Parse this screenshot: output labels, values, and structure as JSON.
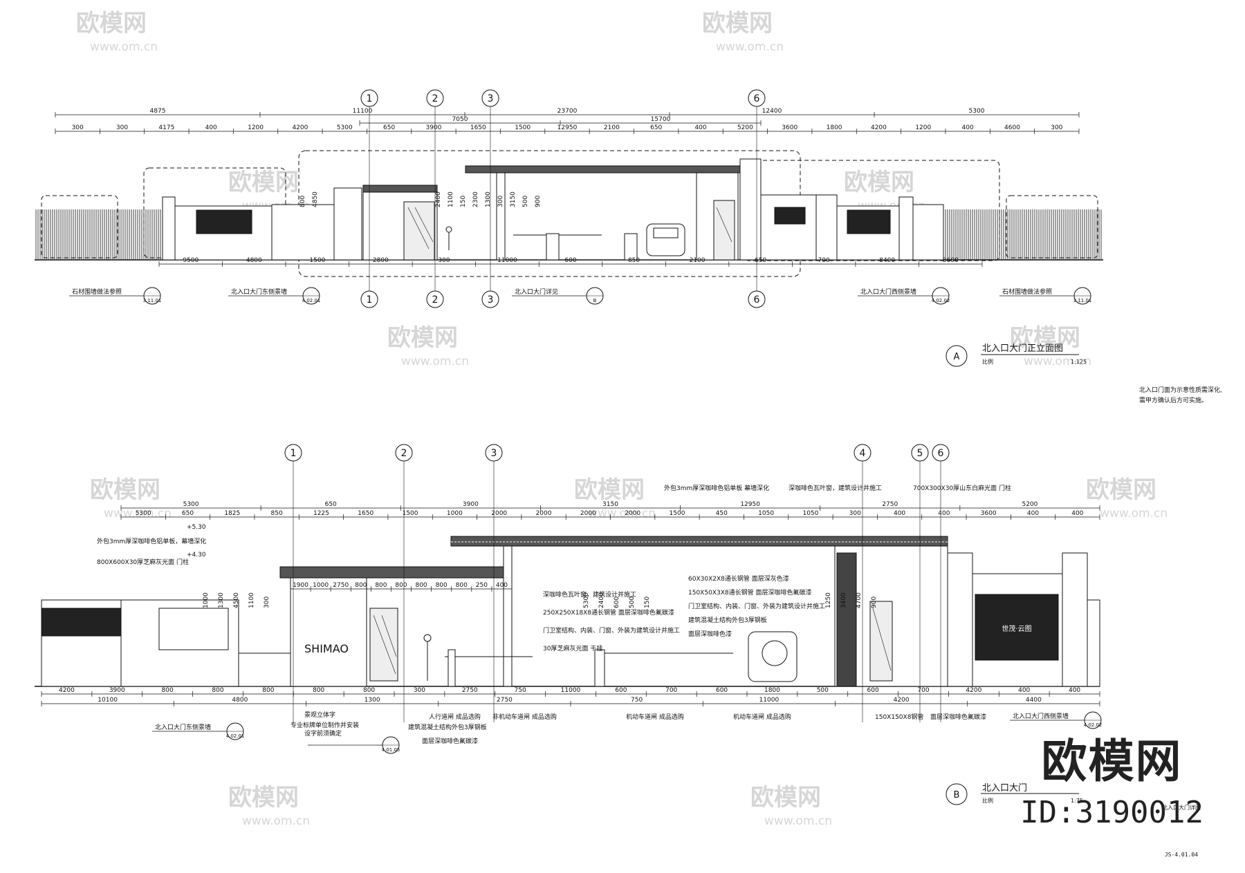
{
  "watermark": {
    "brand": "欧模网",
    "url": "www.om.cn"
  },
  "drawing_a": {
    "title": "北入口大门正立面图",
    "label": "A",
    "scale_label": "比例",
    "scale": "1:125",
    "grid_axes": [
      "1",
      "2",
      "3",
      "6"
    ],
    "dims_top_row1": [
      "4875",
      "11100",
      "23700",
      "12400",
      "5300"
    ],
    "dims_top_row2": [
      "7050",
      "15700"
    ],
    "dims_top_row3": [
      "300",
      "300",
      "4175",
      "400",
      "1200",
      "4200",
      "5300",
      "650",
      "3900",
      "1650",
      "1500",
      "12950",
      "2100",
      "650",
      "400",
      "5200",
      "3600",
      "1800",
      "4200",
      "1200",
      "400",
      "4600",
      "300"
    ],
    "dims_bottom": [
      "9500",
      "4800",
      "1500",
      "2800",
      "300",
      "11000",
      "600",
      "850",
      "2100",
      "650",
      "700",
      "8400",
      "8600"
    ],
    "vertical_dims": [
      "800",
      "4850",
      "2400",
      "1100",
      "150",
      "2300",
      "1300",
      "300",
      "3150",
      "500",
      "900"
    ],
    "callouts": [
      {
        "text": "石材围墙做法参照",
        "ref": "3.11.01"
      },
      {
        "text": "北入口大门东侧景墙",
        "ref": "4.02.01"
      },
      {
        "text": "北入口大门详见",
        "ref": "B"
      },
      {
        "text": "北入口大门西侧景墙",
        "ref": "4.02.02"
      },
      {
        "text": "石材围墙做法参照",
        "ref": "3.11.01"
      }
    ],
    "side_note_lines": [
      "北入口门面为示意性质需深化,",
      "需甲方确认后方可实施。"
    ]
  },
  "drawing_b": {
    "title": "北入口大门",
    "label": "B",
    "scale_label": "比例",
    "scale": "1:75",
    "title_suffix": "北入口大门详图",
    "grid_axes": [
      "1",
      "2",
      "3",
      "4",
      "5",
      "6"
    ],
    "dims_top_row1": [
      "5300",
      "650",
      "3900",
      "3150",
      "12950",
      "2750",
      "5200"
    ],
    "dims_top_row2": [
      "5300",
      "650",
      "1825",
      "850",
      "1225",
      "1650",
      "1500",
      "1000",
      "2000",
      "2000",
      "2000",
      "2000",
      "1500",
      "450",
      "1050",
      "1050",
      "300",
      "400",
      "400",
      "3600",
      "400",
      "400"
    ],
    "dims_bottom_row1": [
      "4200",
      "3900",
      "800",
      "800",
      "800",
      "800",
      "800",
      "300",
      "2750",
      "750",
      "11000",
      "600",
      "700",
      "600",
      "1800",
      "500",
      "600",
      "700",
      "4200",
      "400",
      "400"
    ],
    "dims_bottom_row2": [
      "10100",
      "4800",
      "1300",
      "2750",
      "750",
      "11000",
      "4200",
      "4400"
    ],
    "inner_dims": [
      "1900",
      "1000",
      "2750",
      "800",
      "800",
      "800",
      "800",
      "800",
      "800",
      "250",
      "400"
    ],
    "level_marks": [
      "+5.30",
      "+4.30"
    ],
    "vertical_dims": [
      "1000",
      "1300",
      "4500",
      "1100",
      "300",
      "5300",
      "2400",
      "600",
      "500",
      "150",
      "1250",
      "3400",
      "4700",
      "900"
    ],
    "notes_top": [
      "外包3mm厚深咖啡色铝单板 幕墙深化",
      "深咖啡色瓦叶窗，建筑设计并施工",
      "700X300X30厚山东白麻光面  门柱"
    ],
    "notes_left": [
      "外包3mm厚深咖啡色铝单板，幕墙深化",
      "800X600X30厚芝麻灰光面  门柱"
    ],
    "notes_mid": [
      "深咖啡色瓦叶窗，建筑设计并施工",
      "250X250X18X8通长钢管  面层深咖啡色氟碳漆",
      "门卫室结构、内装、门窗、外装为建筑设计并施工",
      "30厚芝麻灰光面  干挂"
    ],
    "notes_right": [
      "60X30X2X8通长钢管  面层深灰色漆",
      "150X50X3X8通长钢管  面层深咖啡色氟碳漆",
      "门卫室结构、内装、门窗、外装为建筑设计并施工",
      "建筑混凝土结构外包3厚钢板",
      "面层深咖啡色漆"
    ],
    "notes_bottom": [
      "景观立体字",
      "专业标牌单位制作并安装",
      "设字前须确定",
      "建筑混凝土结构外包3厚钢板",
      "面层深咖啡色氟碳漆",
      "人行道闸  成品选购",
      "非机动车道闸  成品选购",
      "机动车道闸  成品选购",
      "机动车道闸  成品选购",
      "150X150X8钢管",
      "面层深咖啡色氟碳漆"
    ],
    "callouts": [
      {
        "text": "北入口大门东侧景墙",
        "ref": "4.02.01"
      },
      {
        "text": "",
        "ref": "4.01.05"
      },
      {
        "text": "北入口大门西侧景墙",
        "ref": "4.02.02"
      }
    ],
    "sign_text": "SHIMAO",
    "plaque_text": "世茂·云图"
  },
  "brand_block": {
    "name": "欧模网",
    "id": "ID:3190012"
  },
  "sheet_number": "JS-4.01.04"
}
